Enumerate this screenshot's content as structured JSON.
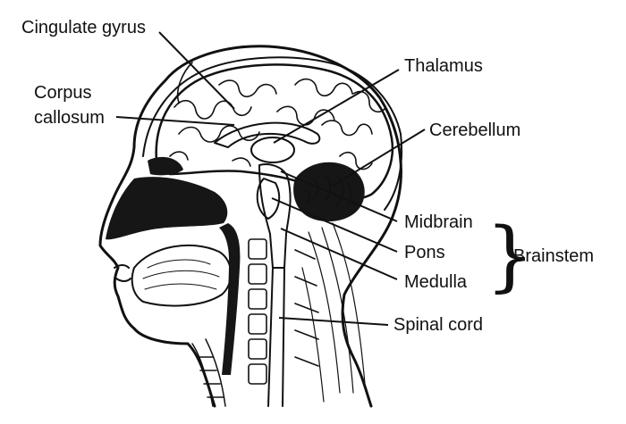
{
  "labels": {
    "cingulate_gyrus": "Cingulate gyrus",
    "corpus_callosum_line1": "Corpus",
    "corpus_callosum_line2": "callosum",
    "thalamus": "Thalamus",
    "cerebellum": "Cerebellum",
    "midbrain": "Midbrain",
    "pons": "Pons",
    "medulla": "Medulla",
    "brainstem": "Brainstem",
    "spinal_cord": "Spinal cord"
  },
  "colors": {
    "ink": "#111111",
    "paper": "#ffffff"
  }
}
